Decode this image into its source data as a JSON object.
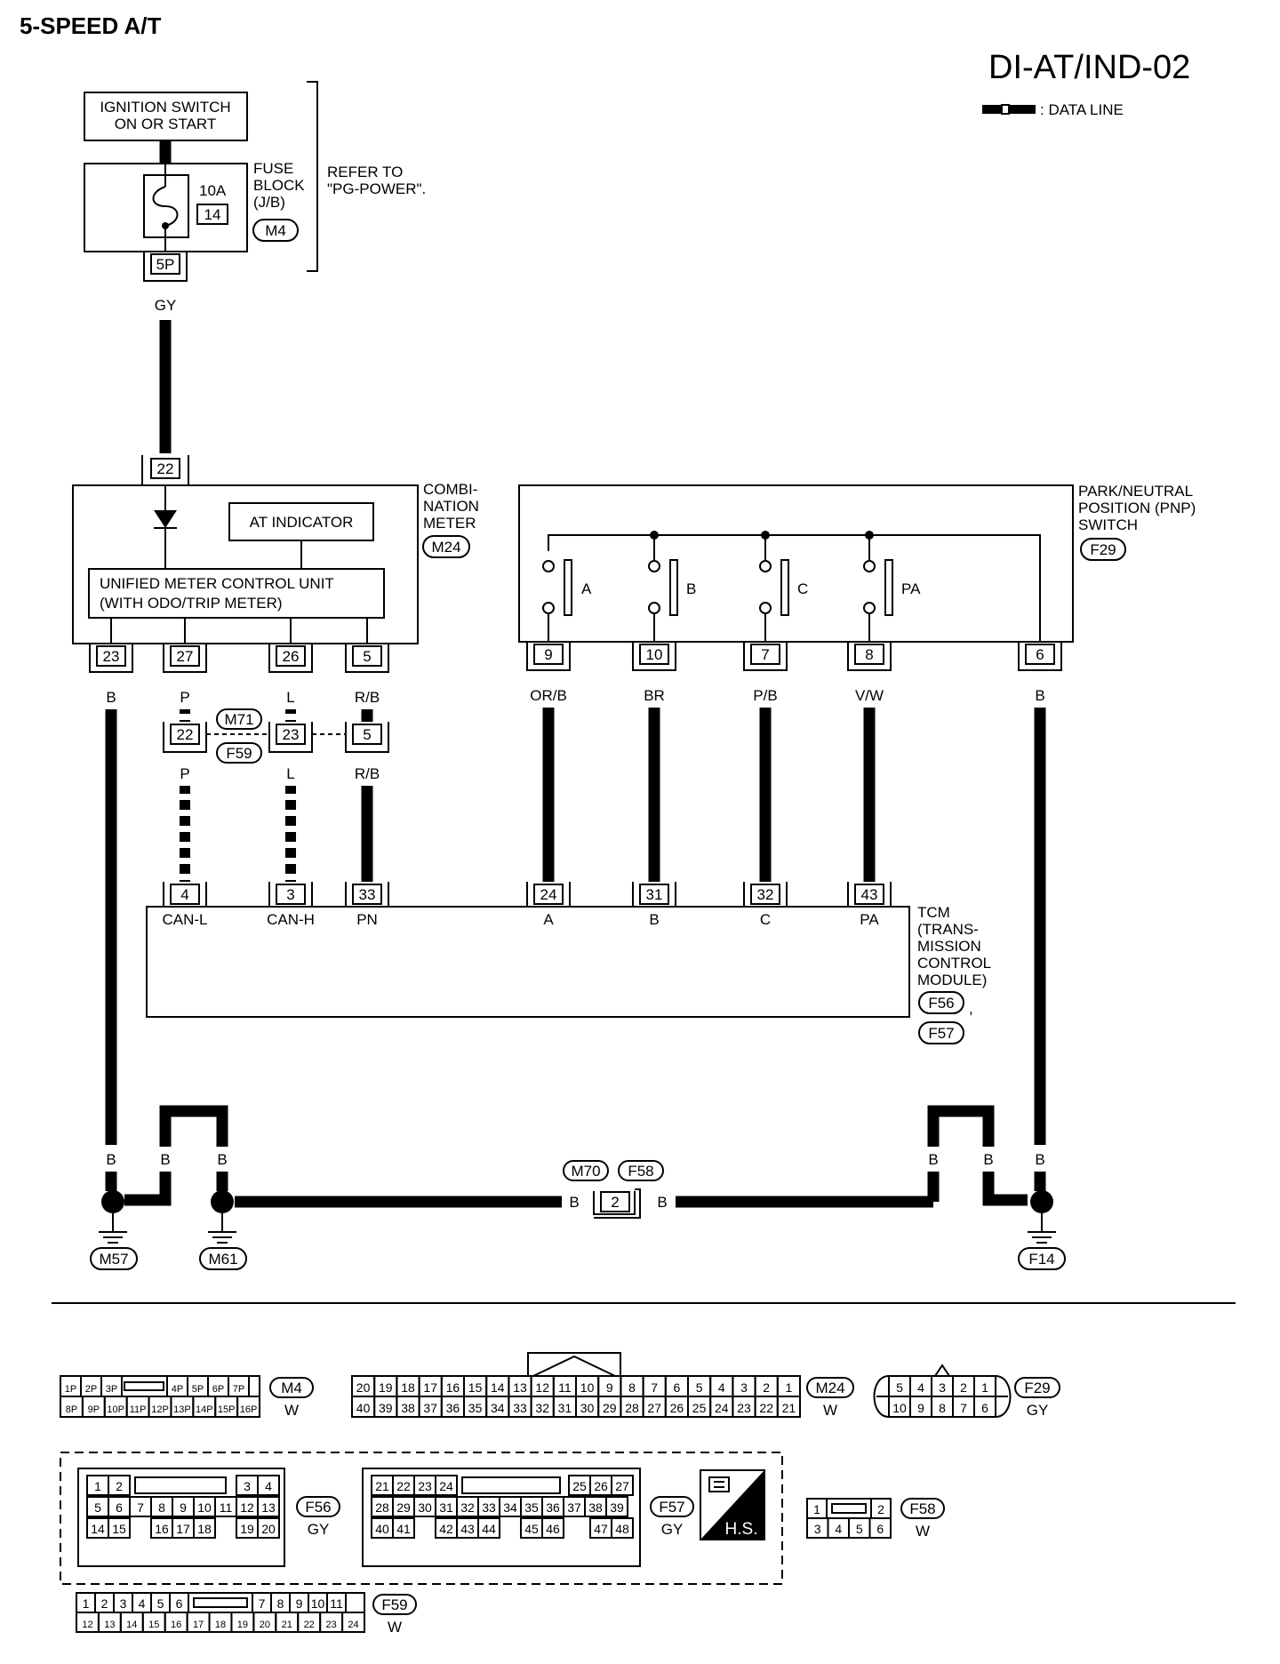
{
  "header": {
    "title": "5-SPEED A/T",
    "code": "DI-AT/IND-02",
    "legend": ": DATA LINE"
  },
  "power": {
    "ignition_line1": "IGNITION SWITCH",
    "ignition_line2": "ON OR START",
    "fuse_amp": "10A",
    "fuse_no": "14",
    "fuse_block": [
      "FUSE",
      "BLOCK",
      "(J/B)"
    ],
    "fuse_conn": "M4",
    "refer": [
      "REFER TO",
      "\"PG-POWER\"."
    ],
    "terminal": "5P",
    "wire_color": "GY"
  },
  "meter": {
    "name": [
      "COMBI-",
      "NATION",
      "METER"
    ],
    "conn": "M24",
    "in_pin": "22",
    "at_indicator": "AT INDICATOR",
    "unit_line1": "UNIFIED METER CONTROL UNIT",
    "unit_line2": "(WITH ODO/TRIP METER)",
    "pins": [
      "23",
      "27",
      "26",
      "5"
    ],
    "colors": [
      "B",
      "P",
      "L",
      "R/B"
    ]
  },
  "joint": {
    "pins": [
      "22",
      "23",
      "5"
    ],
    "conn_top": "M71",
    "conn_bottom": "F59",
    "colors": [
      "P",
      "L",
      "R/B"
    ]
  },
  "pnp": {
    "name": [
      "PARK/NEUTRAL",
      "POSITION (PNP)",
      "SWITCH"
    ],
    "conn": "F29",
    "switches": [
      "A",
      "B",
      "C",
      "PA"
    ],
    "pins": [
      "9",
      "10",
      "7",
      "8",
      "6"
    ],
    "colors": [
      "OR/B",
      "BR",
      "P/B",
      "V/W",
      "B"
    ]
  },
  "tcm": {
    "name": [
      "TCM",
      "(TRANS-",
      "MISSION",
      "CONTROL",
      "MODULE)"
    ],
    "conn1": "F56",
    "comma": ",",
    "conn2": "F57",
    "pins": [
      "4",
      "3",
      "33",
      "24",
      "31",
      "32",
      "43"
    ],
    "signals": [
      "CAN-L",
      "CAN-H",
      "PN",
      "A",
      "B",
      "C",
      "PA"
    ]
  },
  "ground": {
    "wire_color": "B",
    "grounds": [
      "M57",
      "M61",
      "F14"
    ],
    "joint_pin": "2",
    "joint_conn_left": "M70",
    "joint_conn_right": "F58"
  },
  "connectors": {
    "m4": {
      "id": "M4",
      "color": "W",
      "top": [
        "1P",
        "2P",
        "3P",
        "",
        "4P",
        "5P",
        "6P",
        "7P"
      ],
      "bottom": [
        "8P",
        "9P",
        "10P",
        "11P",
        "12P",
        "13P",
        "14P",
        "15P",
        "16P"
      ]
    },
    "m24": {
      "id": "M24",
      "color": "W",
      "top": [
        "20",
        "19",
        "18",
        "17",
        "16",
        "15",
        "14",
        "13",
        "12",
        "11",
        "10",
        "9",
        "8",
        "7",
        "6",
        "5",
        "4",
        "3",
        "2",
        "1"
      ],
      "bottom": [
        "40",
        "39",
        "38",
        "37",
        "36",
        "35",
        "34",
        "33",
        "32",
        "31",
        "30",
        "29",
        "28",
        "27",
        "26",
        "25",
        "24",
        "23",
        "22",
        "21"
      ]
    },
    "f29": {
      "id": "F29",
      "color": "GY",
      "top": [
        "5",
        "4",
        "3",
        "2",
        "1"
      ],
      "bottom": [
        "10",
        "9",
        "8",
        "7",
        "6"
      ]
    },
    "f56": {
      "id": "F56",
      "color": "GY",
      "row1": [
        "1",
        "2",
        "3",
        "4"
      ],
      "row2": [
        "5",
        "6",
        "7",
        "8",
        "9",
        "10",
        "11",
        "12",
        "13"
      ],
      "row3": [
        "14",
        "15",
        "16",
        "17",
        "18",
        "19",
        "20"
      ]
    },
    "f57": {
      "id": "F57",
      "color": "GY",
      "row1": [
        "21",
        "22",
        "23",
        "24",
        "25",
        "26",
        "27"
      ],
      "row2": [
        "28",
        "29",
        "30",
        "31",
        "32",
        "33",
        "34",
        "35",
        "36",
        "37",
        "38",
        "39"
      ],
      "row3": [
        "40",
        "41",
        "42",
        "43",
        "44",
        "45",
        "46",
        "47",
        "48"
      ]
    },
    "hs": "H.S.",
    "f58": {
      "id": "F58",
      "color": "W",
      "top": [
        "1",
        "2"
      ],
      "bottom": [
        "3",
        "4",
        "5",
        "6"
      ]
    },
    "f59": {
      "id": "F59",
      "color": "W",
      "top": [
        "1",
        "2",
        "3",
        "4",
        "5",
        "6",
        "7",
        "8",
        "9",
        "10",
        "11"
      ],
      "bottom": [
        "12",
        "13",
        "14",
        "15",
        "16",
        "17",
        "18",
        "19",
        "20",
        "21",
        "22",
        "23",
        "24"
      ]
    }
  }
}
